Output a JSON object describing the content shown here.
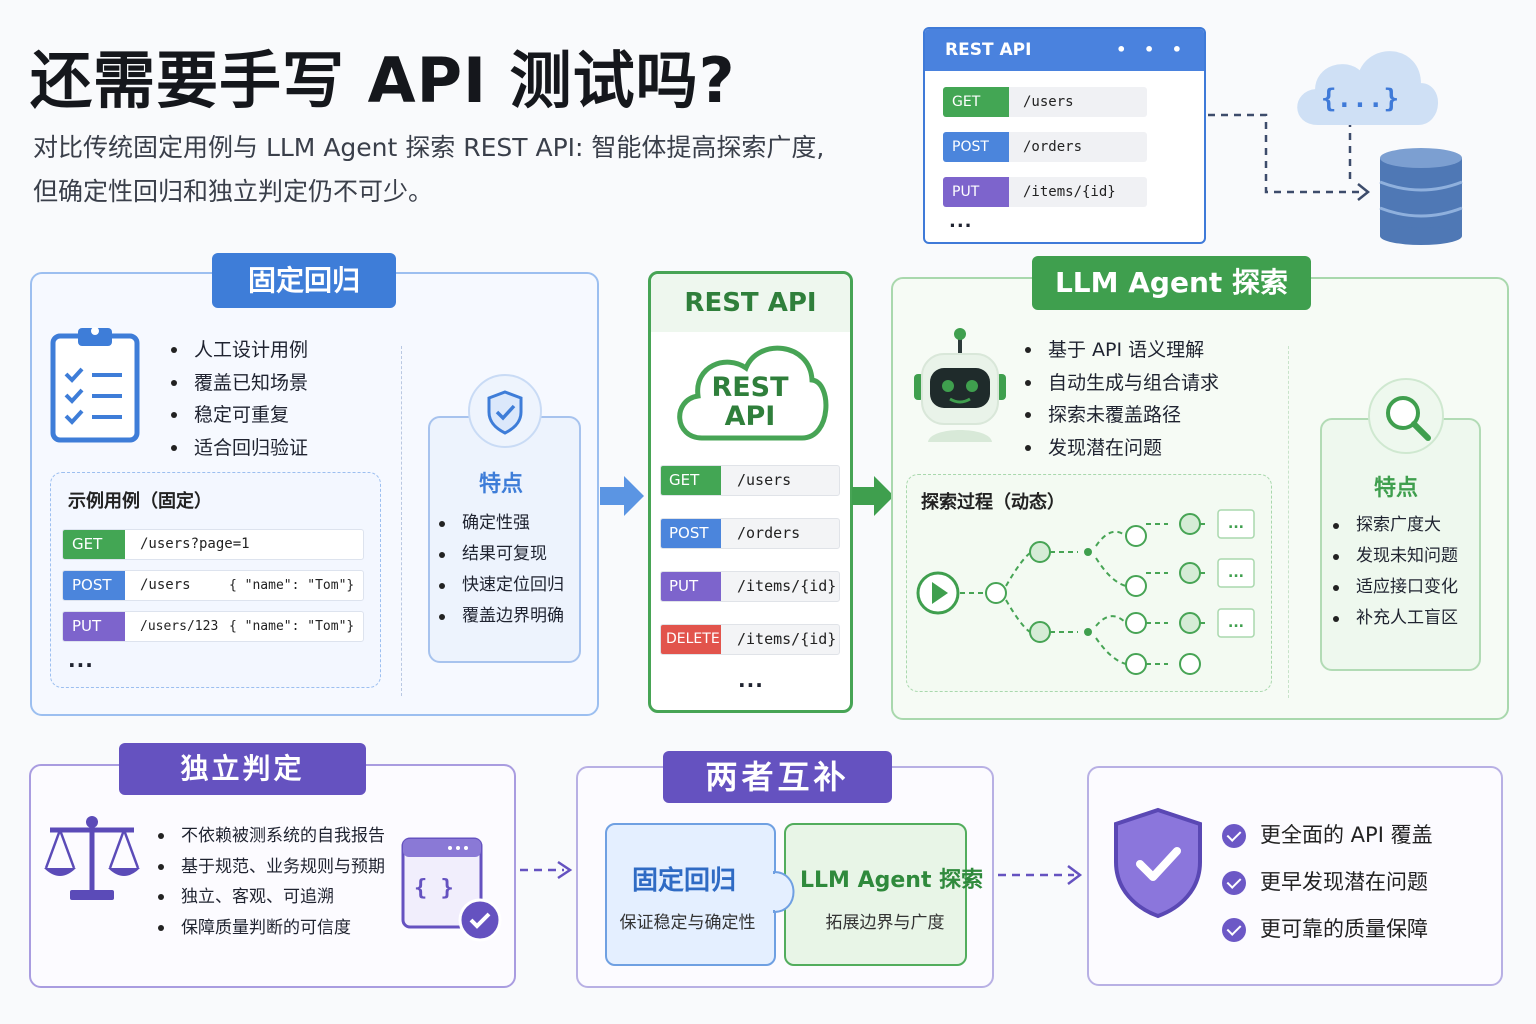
{
  "header": {
    "title": "还需要手写 API 测试吗?",
    "subtitle_line1": "对比传统固定用例与 LLM Agent 探索 REST API: 智能体提高探索广度,",
    "subtitle_line2": "但确定性回归和独立判定仍不可少。"
  },
  "api_window": {
    "title": "REST API",
    "dots": "• • •",
    "rows": [
      {
        "method": "GET",
        "path": "/users"
      },
      {
        "method": "POST",
        "path": "/orders"
      },
      {
        "method": "PUT",
        "path": "/items/{id}"
      }
    ],
    "more": "...",
    "cloud_label": "{...}"
  },
  "regression": {
    "badge": "固定回归",
    "bullets": [
      "人工设计用例",
      "覆盖已知场景",
      "稳定可重复",
      "适合回归验证"
    ],
    "example_title": "示例用例（固定）",
    "examples": [
      {
        "method": "GET",
        "path": "/users?page=1",
        "body": ""
      },
      {
        "method": "POST",
        "path": "/users",
        "body": "{ \"name\": \"Tom\"}"
      },
      {
        "method": "PUT",
        "path": "/users/123",
        "body": "{ \"name\": \"Tom\"}"
      }
    ],
    "more": "...",
    "feature_title": "特点",
    "features": [
      "确定性强",
      "结果可复现",
      "快速定位回归",
      "覆盖边界明确"
    ]
  },
  "rest_center": {
    "title": "REST API",
    "cloud_line1": "REST",
    "cloud_line2": "API",
    "rows": [
      {
        "method": "GET",
        "path": "/users"
      },
      {
        "method": "POST",
        "path": "/orders"
      },
      {
        "method": "PUT",
        "path": "/items/{id}"
      },
      {
        "method": "DELETE",
        "path": "/items/{id}"
      }
    ],
    "more": "..."
  },
  "agent": {
    "badge": "LLM Agent 探索",
    "bullets": [
      "基于 API 语义理解",
      "自动生成与组合请求",
      "探索未覆盖路径",
      "发现潜在问题"
    ],
    "explore_title": "探索过程（动态）",
    "node_more": "...",
    "feature_title": "特点",
    "features": [
      "探索广度大",
      "发现未知问题",
      "适应接口变化",
      "补充人工盲区"
    ]
  },
  "judge": {
    "badge": "独立判定",
    "bullets": [
      "不依赖被测系统的自我报告",
      "基于规范、业务规则与预期",
      "独立、客观、可追溯",
      "保障质量判断的可信度"
    ],
    "code_label": "{ }"
  },
  "complement": {
    "badge": "两者互补",
    "left_title": "固定回归",
    "left_sub": "保证稳定与确定性",
    "right_title": "LLM Agent 探索",
    "right_sub": "拓展边界与广度"
  },
  "outcome": {
    "benefits": [
      "更全面的 API 覆盖",
      "更早发现潜在问题",
      "更可靠的质量保障"
    ]
  },
  "colors": {
    "get": "#43a654",
    "post": "#4b85dc",
    "put": "#7d64cc",
    "delete": "#e2544c",
    "blue": "#3e7dd8",
    "green": "#3f9f4e",
    "purple": "#6552c0"
  }
}
